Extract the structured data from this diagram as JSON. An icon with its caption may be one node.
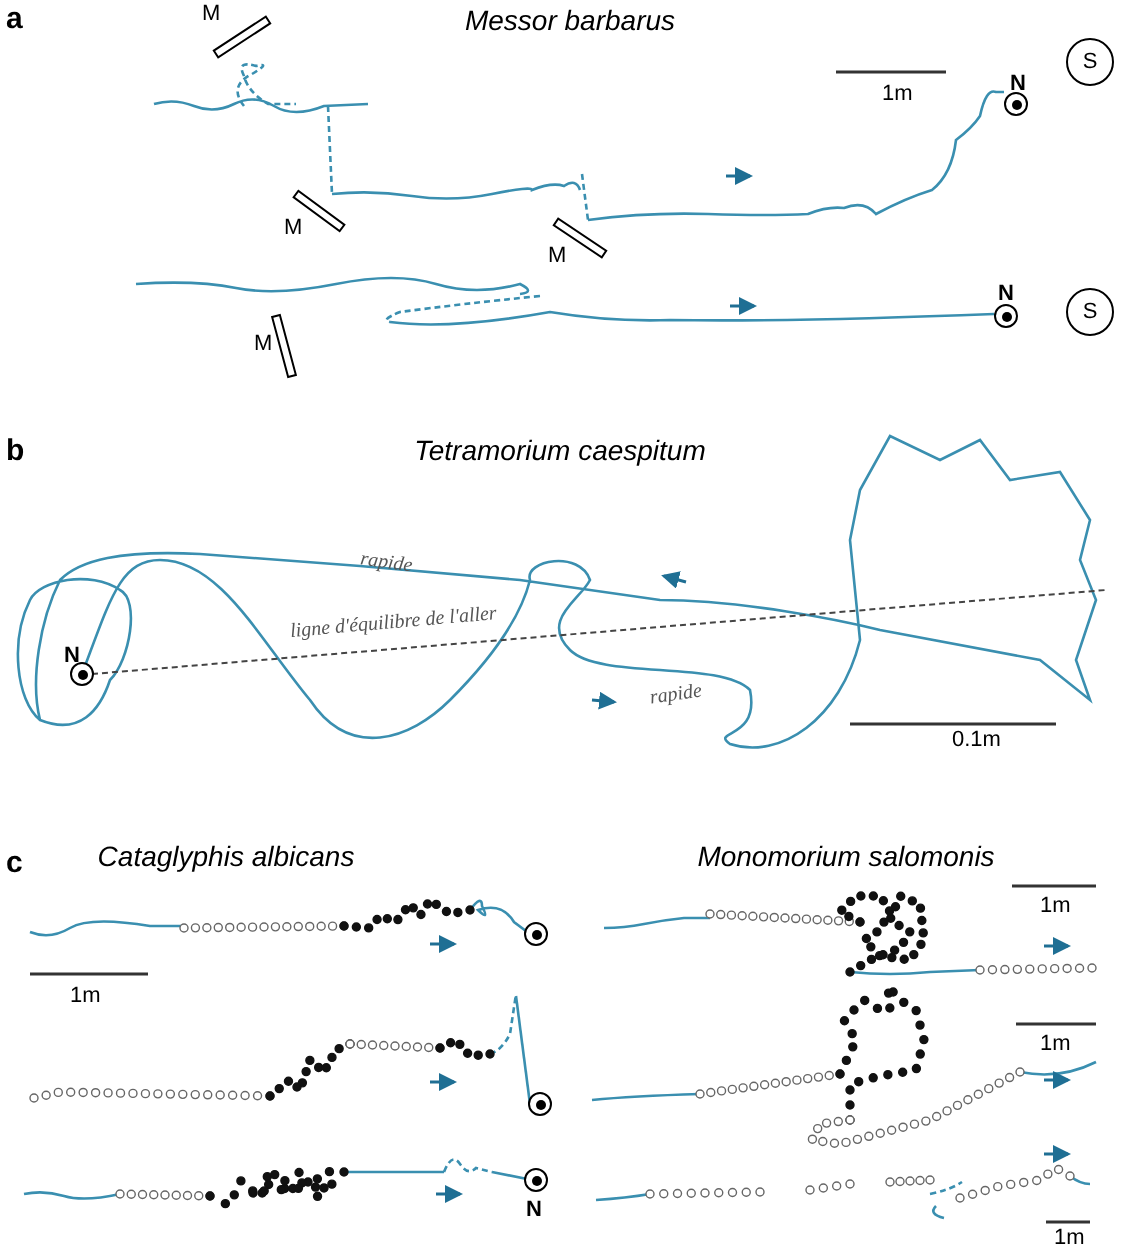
{
  "diagram": {
    "nodes": [
      {
        "text": [
          "S"
        ]
      },
      {
        "text": [],
        "shape": "circle",
        "beside": [
          "N"
        ]
      },
      {
        "text": [
          "S"
        ]
      },
      {
        "text": [],
        "shape": "circle",
        "beside": [
          "N"
        ]
      },
      {
        "text": [],
        "shape": "circle",
        "beside": [
          "N"
        ]
      },
      {
        "text": [],
        "shape": "circle"
      },
      {
        "text": [],
        "shape": "circle"
      },
      {
        "text": [],
        "shape": "circle",
        "beside": [
          "N"
        ]
      }
    ],
    "labels": [
      "a",
      "M",
      "Messor barbarus",
      "1m",
      "M",
      "M",
      "M",
      "b",
      "Tetramorium caespitum",
      "rapide",
      "ligne d'équilibre de l'aller",
      "rapide",
      "0.1m",
      "c",
      "Cataglyphis albicans",
      "Monomorium salomonis",
      "1m",
      "1m",
      "1m",
      "1m"
    ]
  }
}
